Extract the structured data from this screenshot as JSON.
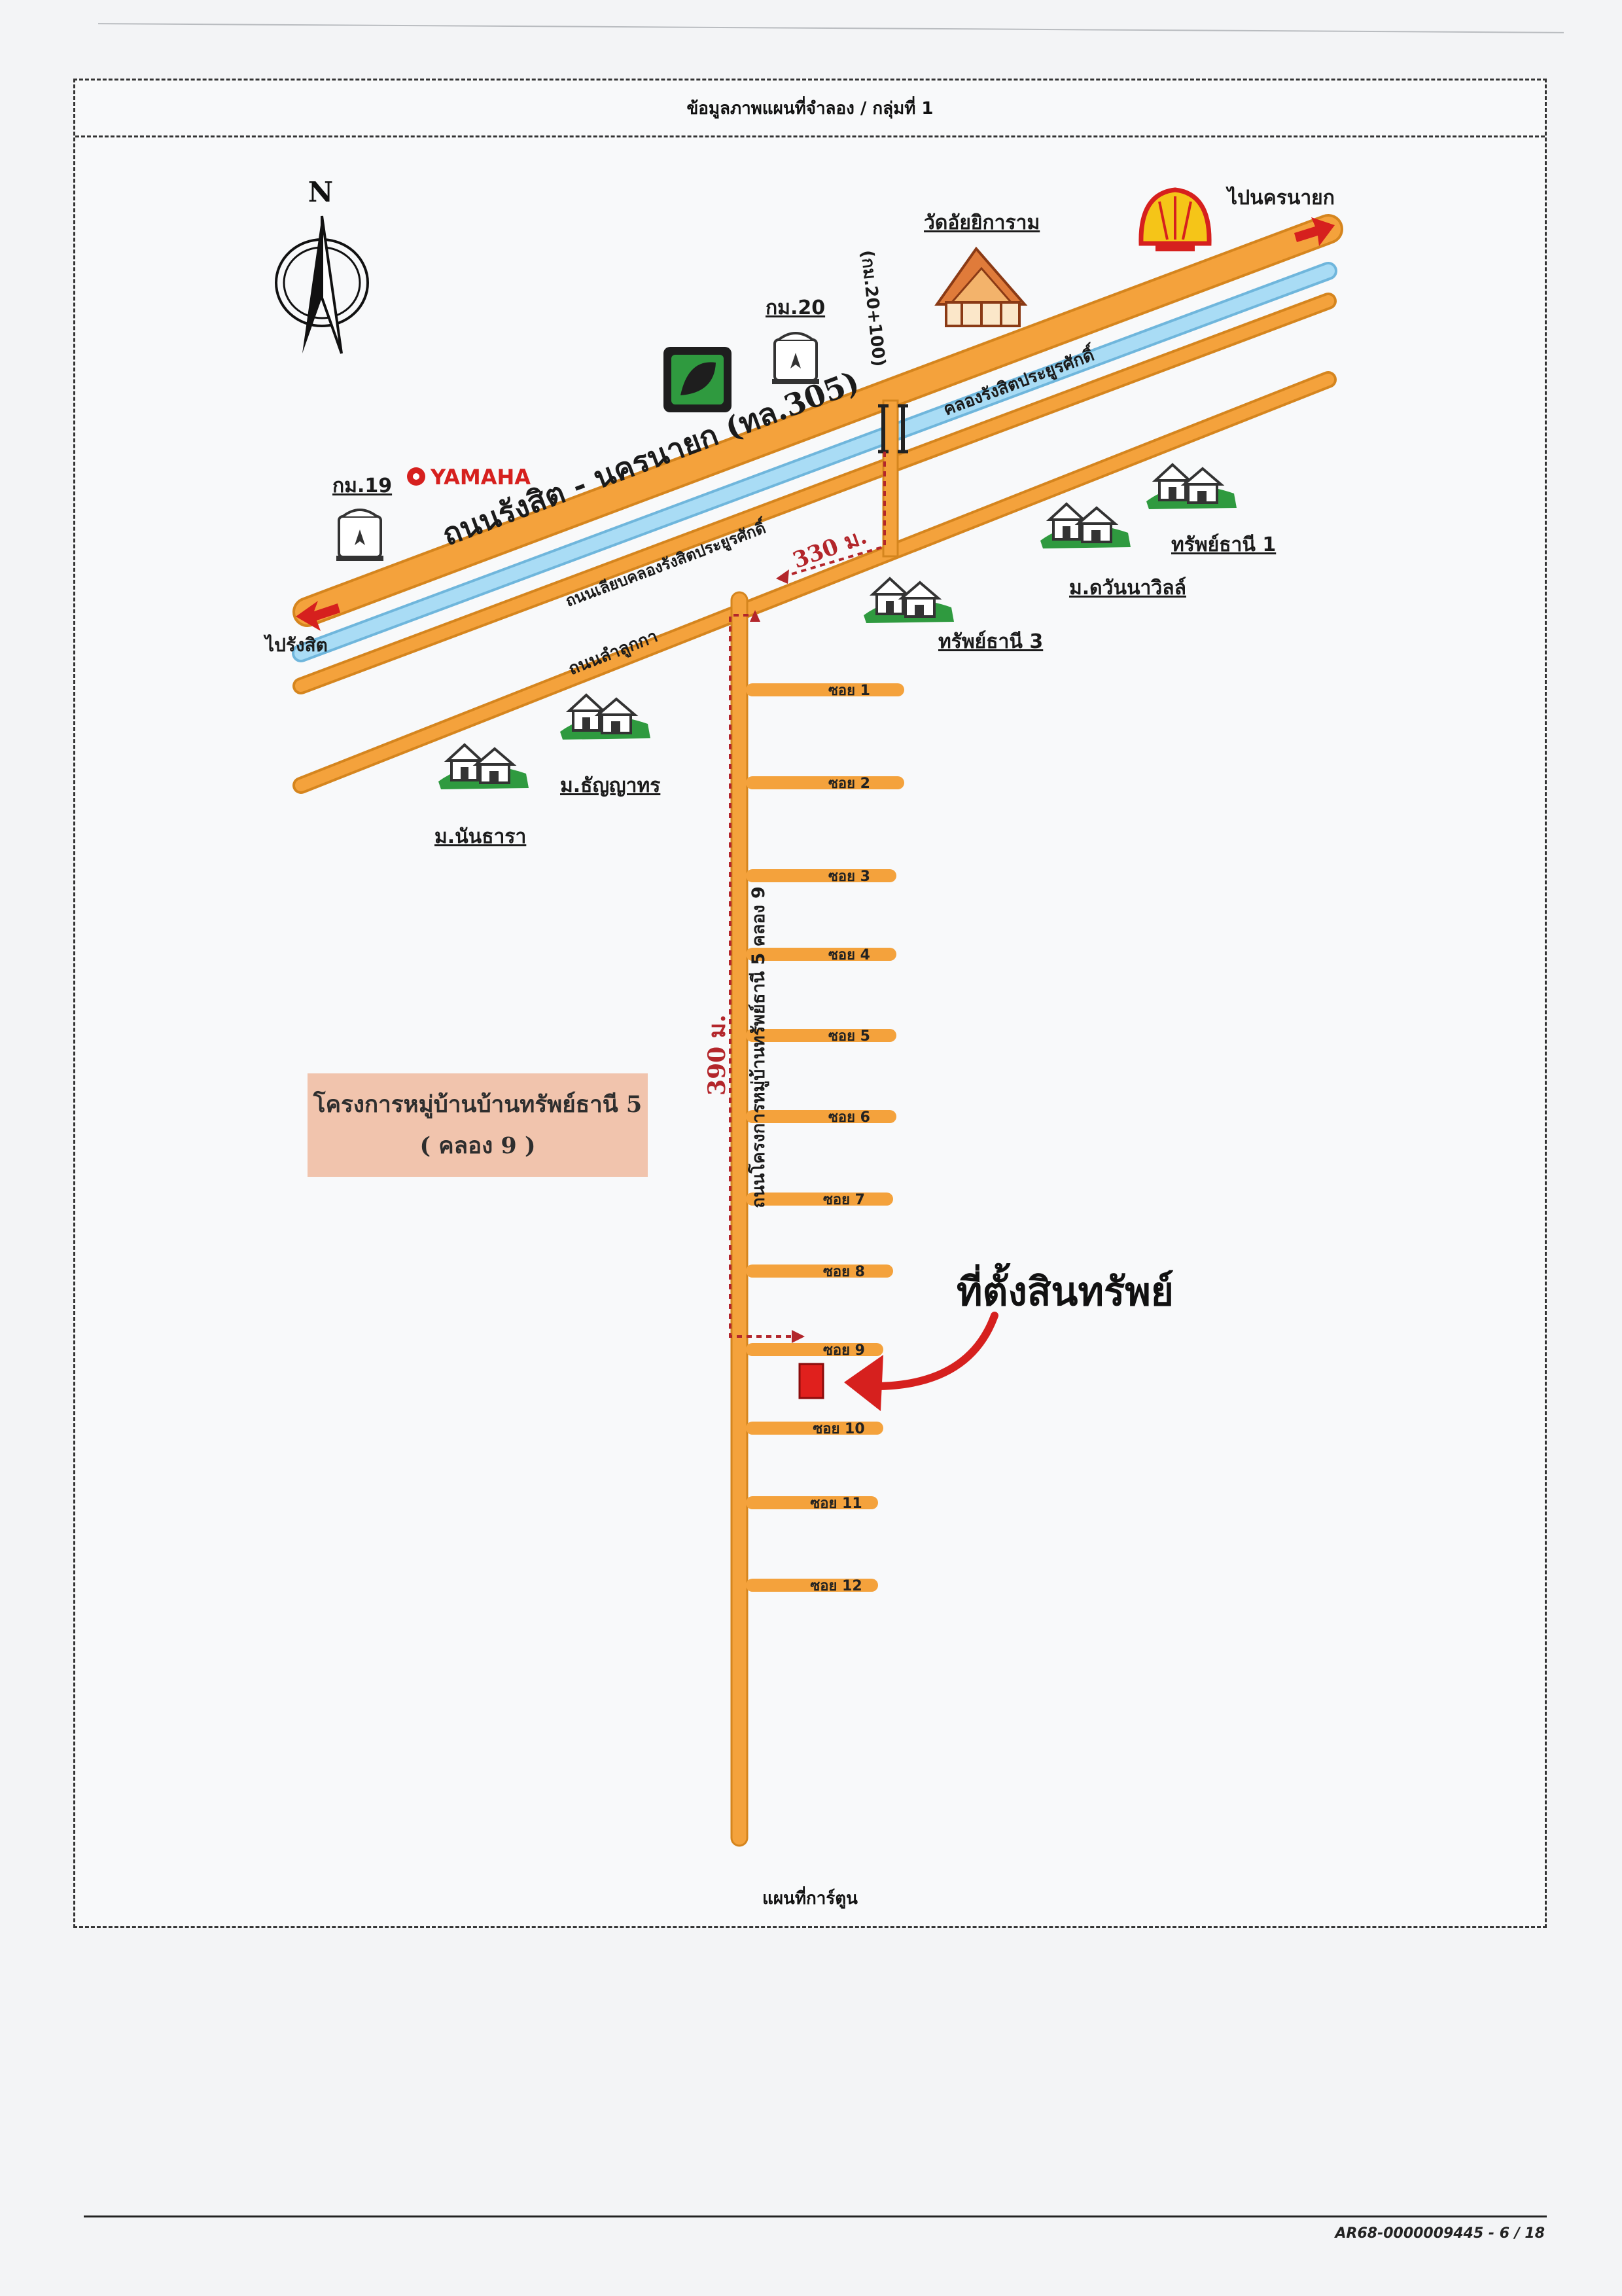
{
  "header": {
    "title": "ข้อมูลภาพแผนที่จำลอง / กลุ่มที่ 1"
  },
  "footer": {
    "caption": "แผนที่การ์ตูน",
    "doc_id": "AR68-0000009445 - 6 / 18"
  },
  "map": {
    "north_label": "N",
    "main_road": "ถนนรังสิต - นครนายก (ทล.305)",
    "canal": "คลองรังสิตประยูรศักดิ์",
    "canal_side_road": "ถนนเลียบคลองรังสิตประยูรศักดิ์",
    "lamlukka_road": "ถนนลำลูกกา",
    "project_road": "ถนนโครงการหมู่บ้านทรัพย์ธานี 5 คลอง 9",
    "to_rangsit": "ไปรังสิต",
    "to_nakhon_nayok": "ไปนครนายก",
    "km19": "กม.19",
    "km20": "กม.20",
    "km_point": "(กม.20+100)",
    "yamaha": "YAMAHA",
    "temple": "วัดอัยยิการาม",
    "distance_330": "330 ม.",
    "distance_390": "390 ม.",
    "property_label": "ที่ตั้งสินทรัพย์",
    "villages": {
      "sap_thani_1": "ทรัพย์ธานี 1",
      "sap_thani_3": "ทรัพย์ธานี 3",
      "chawan_villa": "ม.ดวันนาวิลล์",
      "thanyathon": "ม.ธัญญาทร",
      "nanthara": "ม.นันธารา"
    },
    "sois": [
      "ซอย 1",
      "ซอย 2",
      "ซอย 3",
      "ซอย 4",
      "ซอย 5",
      "ซอย 6",
      "ซอย 7",
      "ซอย 8",
      "ซอย 9",
      "ซอย 10",
      "ซอย 11",
      "ซอย 12"
    ],
    "project_name_line1": "โครงการหมู่บ้านบ้านทรัพย์ธานี 5",
    "project_name_line2": "( คลอง 9 )",
    "colors": {
      "road": "#f4a23c",
      "road_edge": "#d5851e",
      "canal": "#9fd3ef",
      "red": "#d6201e",
      "label_box": "#f1c4ad",
      "village_green": "#2f9a3f"
    }
  }
}
